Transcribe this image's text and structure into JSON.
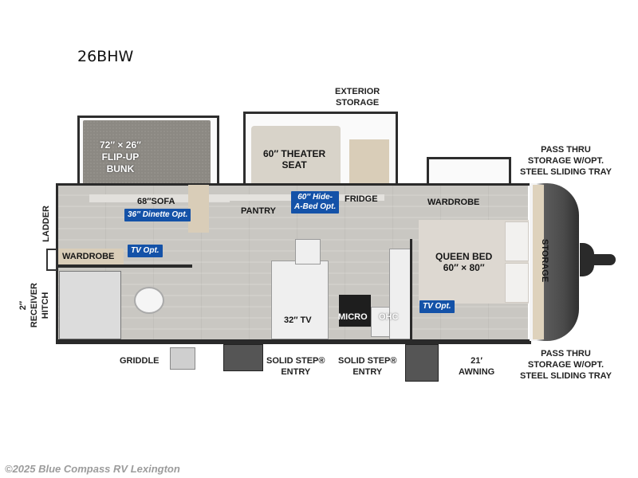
{
  "model": {
    "name": "26BHW"
  },
  "exterior_labels": {
    "exterior_storage": [
      "EXTERIOR",
      "STORAGE"
    ],
    "pass_thru_top": [
      "PASS THRU",
      "STORAGE W/OPT.",
      "STEEL SLIDING TRAY"
    ],
    "pass_thru_bottom": [
      "PASS THRU",
      "STORAGE W/OPT.",
      "STEEL SLIDING TRAY"
    ],
    "ladder": "LADDER",
    "receiver_hitch": [
      "2″",
      "RECEIVER",
      "HITCH"
    ],
    "griddle": "GRIDDLE",
    "solid_step_entry_1": [
      "SOLID STEP®",
      "ENTRY"
    ],
    "solid_step_entry_2": [
      "SOLID STEP®",
      "ENTRY"
    ],
    "awning": [
      "21′",
      "AWNING"
    ]
  },
  "interior_labels": {
    "bunk": [
      "72″ × 26″",
      "FLIP-UP",
      "BUNK"
    ],
    "theater_seat": [
      "60″ THEATER",
      "SEAT"
    ],
    "sofa": "68″SOFA",
    "pantry": "PANTRY",
    "fridge": "FRIDGE",
    "wardrobe_front": "WARDROBE",
    "wardrobe_rear": "WARDROBE",
    "queen_bed": [
      "QUEEN BED",
      "60″ × 80″"
    ],
    "storage": "STORAGE",
    "tv": "32″ TV",
    "micro": "MICRO",
    "ohc": "OHC"
  },
  "options": {
    "dinette": "36″ Dinette Opt.",
    "hide_a_bed": [
      "60″ Hide-",
      "A-Bed Opt."
    ],
    "tv_rear": "TV Opt.",
    "tv_bedroom": "TV Opt."
  },
  "colors": {
    "option_badge": "#1452a8",
    "floor": "#c9c7c2",
    "wall": "#2a2a2a"
  },
  "footer": {
    "copyright": "©2025 Blue Compass RV Lexington"
  }
}
